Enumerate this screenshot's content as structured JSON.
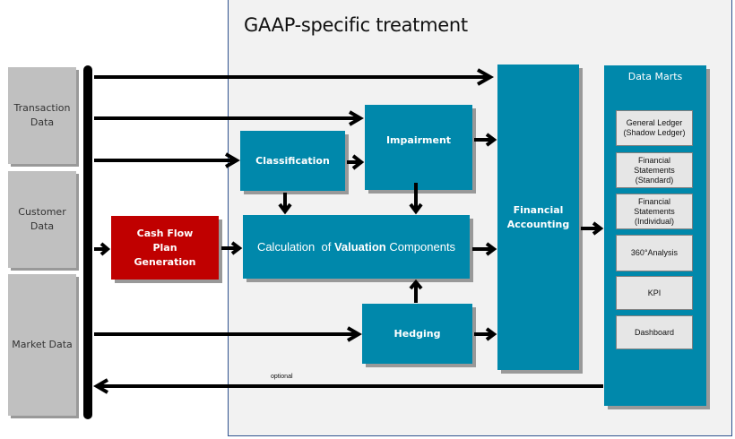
{
  "gaap_region": {
    "title": "GAAP-specific treatment"
  },
  "sources": [
    {
      "label": "Transaction Data"
    },
    {
      "label": "Customer Data"
    },
    {
      "label": "Market Data"
    }
  ],
  "process_boxes": {
    "cash_flow": "Cash Flow Plan Generation",
    "classification": "Classification",
    "impairment": "Impairment",
    "calculation": {
      "prefix": "Calculation  of ",
      "bold": "Valuation",
      "suffix": " Components"
    },
    "hedging": "Hedging",
    "financial_accounting": "Financial Accounting"
  },
  "data_marts": {
    "title": "Data Marts",
    "items": [
      {
        "label": "General Ledger (Shadow Ledger)"
      },
      {
        "label": "Financial Statements (Standard)"
      },
      {
        "label": "Financial Statements (Individual)"
      },
      {
        "label": "360°Analysis"
      },
      {
        "label": "KPI"
      },
      {
        "label": "Dashboard"
      }
    ]
  },
  "feedback": {
    "label": "optional"
  },
  "colors": {
    "process": "#0088ab",
    "highlight": "#c00000",
    "source": "#c0c0c0",
    "region_border": "#2f528f"
  }
}
